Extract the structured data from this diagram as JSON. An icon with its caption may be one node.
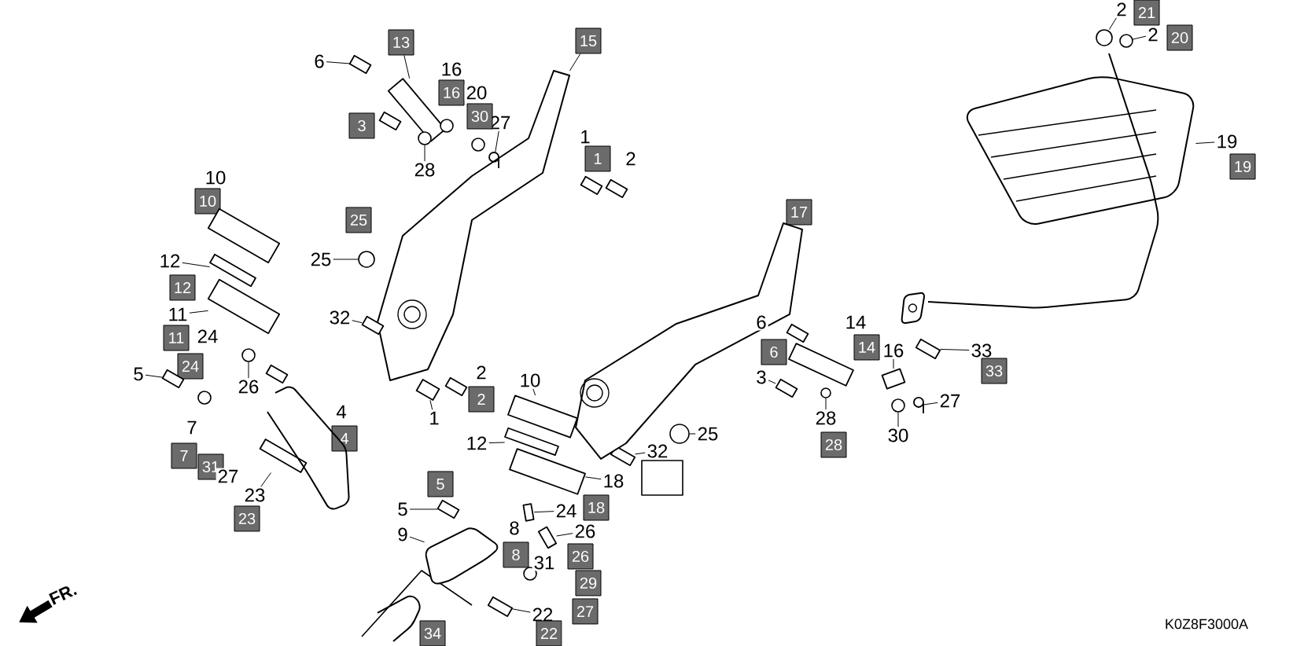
{
  "diagram": {
    "nodes": [
      {
        "text": [
          "2"
        ]
      },
      {
        "text": [
          "2"
        ]
      },
      {
        "text": [
          "13"
        ]
      },
      {
        "text": [
          "6"
        ]
      },
      {
        "text": [
          "15"
        ]
      },
      {
        "text": [
          "19"
        ]
      },
      {
        "text": [
          "27"
        ]
      },
      {
        "text": [
          "28"
        ]
      },
      {
        "text": [
          "25"
        ]
      },
      {
        "text": [
          "12"
        ]
      },
      {
        "text": [
          "11"
        ]
      },
      {
        "text": [
          "32"
        ]
      },
      {
        "text": [
          "33"
        ]
      },
      {
        "text": [
          "16"
        ]
      },
      {
        "text": [
          "3"
        ]
      },
      {
        "text": [
          "5"
        ]
      },
      {
        "text": [
          "10"
        ]
      },
      {
        "text": [
          "26"
        ]
      },
      {
        "text": [
          "27"
        ]
      },
      {
        "text": [
          "1"
        ]
      },
      {
        "text": [
          "28"
        ]
      },
      {
        "text": [
          "25"
        ]
      },
      {
        "text": [
          "30"
        ]
      },
      {
        "text": [
          "12"
        ]
      },
      {
        "text": [
          "32"
        ]
      },
      {
        "text": [
          "18"
        ]
      },
      {
        "text": [
          "23"
        ]
      },
      {
        "text": [
          "5"
        ]
      },
      {
        "text": [
          "24"
        ]
      },
      {
        "text": [
          "26"
        ]
      },
      {
        "text": [
          "9"
        ]
      },
      {
        "text": [
          "22"
        ]
      },
      {
        "text": [
          "21"
        ]
      },
      {
        "text": [
          "20"
        ]
      },
      {
        "text": [
          "16"
        ]
      },
      {
        "text": [
          "30"
        ]
      },
      {
        "text": [
          "3"
        ]
      },
      {
        "text": [
          "19"
        ]
      },
      {
        "text": [
          "1"
        ]
      },
      {
        "text": [
          "10"
        ]
      },
      {
        "text": [
          "17"
        ]
      },
      {
        "text": [
          "25"
        ]
      },
      {
        "text": [
          "12"
        ]
      },
      {
        "text": [
          "11"
        ]
      },
      {
        "text": [
          "14"
        ]
      },
      {
        "text": [
          "6"
        ]
      },
      {
        "text": [
          "24"
        ]
      },
      {
        "text": [
          "33"
        ]
      },
      {
        "text": [
          "2"
        ]
      },
      {
        "text": [
          "4"
        ]
      },
      {
        "text": [
          "28"
        ]
      },
      {
        "text": [
          "7"
        ]
      },
      {
        "text": [
          "31"
        ]
      },
      {
        "text": [
          "5"
        ]
      },
      {
        "text": [
          "18"
        ]
      },
      {
        "text": [
          "23"
        ]
      },
      {
        "text": [
          "8"
        ]
      },
      {
        "text": [
          "26"
        ]
      },
      {
        "text": [
          "29"
        ]
      },
      {
        "text": [
          "27"
        ]
      },
      {
        "text": [
          "34"
        ]
      },
      {
        "text": [
          "22"
        ]
      },
      {
        "text": [],
        "shape": "box"
      },
      {
        "text": [],
        "shape": "circle"
      },
      {
        "text": [],
        "shape": "circle"
      },
      {
        "text": [],
        "shape": "picture"
      },
      {
        "text": [],
        "shape": "picture"
      },
      {
        "text": [],
        "shape": "picture"
      },
      {
        "text": [],
        "shape": "picture"
      },
      {
        "text": [],
        "shape": "picture"
      },
      {
        "text": [],
        "shape": "circle"
      },
      {
        "text": [],
        "shape": "circle"
      },
      {
        "text": [],
        "shape": "picture"
      },
      {
        "text": [],
        "shape": "picture"
      },
      {
        "text": [],
        "shape": "picture"
      },
      {
        "text": [],
        "shape": "picture"
      },
      {
        "text": [],
        "shape": "picture"
      },
      {
        "text": [],
        "shape": "picture"
      },
      {
        "text": [],
        "shape": "picture"
      },
      {
        "text": [],
        "shape": "picture"
      },
      {
        "text": [],
        "shape": "circle"
      },
      {
        "text": [],
        "shape": "picture"
      },
      {
        "text": [],
        "shape": "picture"
      },
      {
        "text": [],
        "shape": "circle"
      },
      {
        "text": [],
        "shape": "circle"
      },
      {
        "text": [],
        "shape": "circle"
      },
      {
        "text": [],
        "shape": "box"
      },
      {
        "text": [],
        "shape": "picture"
      },
      {
        "text": [],
        "shape": "picture"
      },
      {
        "text": [],
        "shape": "picture"
      },
      {
        "text": [],
        "shape": "picture"
      },
      {
        "text": [],
        "shape": "box"
      },
      {
        "text": [],
        "shape": "picture"
      },
      {
        "text": [],
        "shape": "picture"
      },
      {
        "text": [],
        "shape": "picture"
      },
      {
        "text": [],
        "shape": "picture"
      },
      {
        "text": [],
        "shape": "picture"
      },
      {
        "text": [],
        "shape": "picture"
      },
      {
        "text": [],
        "shape": "picture"
      },
      {
        "text": [],
        "shape": "picture"
      },
      {
        "text": [],
        "shape": "picture"
      },
      {
        "text": [],
        "shape": "picture"
      },
      {
        "text": [],
        "shape": "picture"
      },
      {
        "text": [],
        "shape": "picture"
      },
      {
        "text": [],
        "shape": "circle"
      },
      {
        "text": [],
        "shape": "circle"
      },
      {
        "text": [],
        "shape": "circle"
      },
      {
        "text": [],
        "shape": "circle"
      },
      {
        "text": [],
        "shape": "picture"
      },
      {
        "text": [],
        "shape": "picture"
      },
      {
        "text": [],
        "shape": "picture"
      }
    ],
    "edges": [
      {
        "from": 0,
        "to": 63,
        "arrow": "none"
      },
      {
        "from": 1,
        "to": 64,
        "arrow": "none"
      },
      {
        "from": 2,
        "to": 65,
        "arrow": "none"
      },
      {
        "from": 3,
        "to": 66,
        "arrow": "none"
      },
      {
        "from": 4,
        "to": 67,
        "arrow": "none"
      },
      {
        "from": 5,
        "to": 68,
        "arrow": "none"
      },
      {
        "from": 6,
        "to": 69,
        "arrow": "none"
      },
      {
        "from": 7,
        "to": 70,
        "arrow": "none"
      },
      {
        "from": 8,
        "to": 71,
        "arrow": "none"
      },
      {
        "from": 9,
        "to": 72,
        "arrow": "none"
      },
      {
        "from": 10,
        "to": 73,
        "arrow": "none"
      },
      {
        "from": 11,
        "to": 74,
        "arrow": "none"
      },
      {
        "from": 12,
        "to": 75,
        "arrow": "none"
      },
      {
        "from": 13,
        "to": 76,
        "arrow": "none"
      },
      {
        "from": 14,
        "to": 77,
        "arrow": "none"
      },
      {
        "from": 15,
        "to": 78,
        "arrow": "none"
      },
      {
        "from": 16,
        "to": 79,
        "arrow": "none"
      },
      {
        "from": 17,
        "to": 80,
        "arrow": "none"
      },
      {
        "from": 18,
        "to": 81,
        "arrow": "none"
      },
      {
        "from": 19,
        "to": 82,
        "arrow": "none"
      },
      {
        "from": 20,
        "to": 83,
        "arrow": "none"
      },
      {
        "from": 21,
        "to": 84,
        "arrow": "none"
      },
      {
        "from": 22,
        "to": 85,
        "arrow": "none"
      },
      {
        "from": 23,
        "to": 86,
        "arrow": "none"
      },
      {
        "from": 24,
        "to": 87,
        "arrow": "none"
      },
      {
        "from": 25,
        "to": 88,
        "arrow": "none"
      },
      {
        "from": 26,
        "to": 89,
        "arrow": "none"
      },
      {
        "from": 27,
        "to": 90,
        "arrow": "none"
      },
      {
        "from": 28,
        "to": 91,
        "arrow": "none"
      },
      {
        "from": 29,
        "to": 92,
        "arrow": "none"
      },
      {
        "from": 30,
        "to": 93,
        "arrow": "none"
      },
      {
        "from": 31,
        "to": 94,
        "arrow": "none"
      }
    ],
    "labels": [
      "16",
      "20",
      "1",
      "2",
      "10",
      "14",
      "6",
      "24",
      "2",
      "4",
      "7",
      "27",
      "8",
      "31",
      "FR.",
      "K0Z8F3000A"
    ]
  }
}
